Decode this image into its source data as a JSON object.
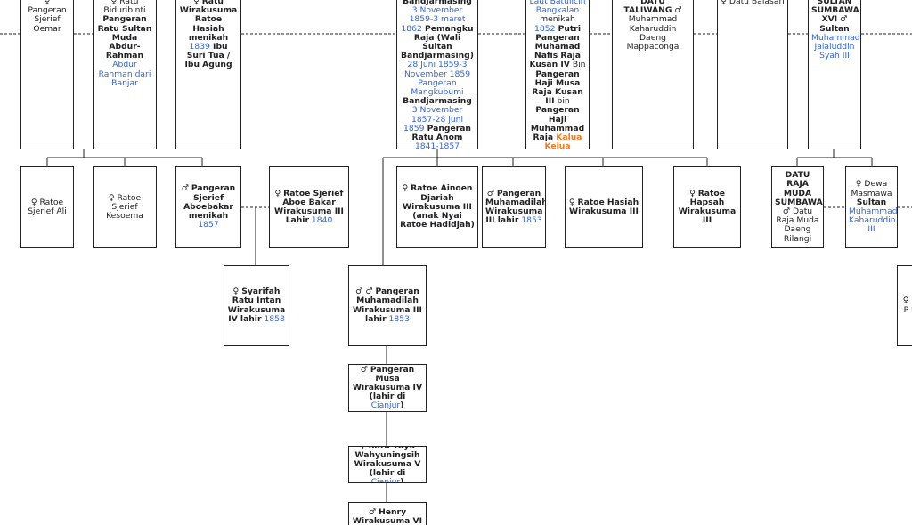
{
  "boxes": [
    {
      "id": "r1-pangeran-sjerief-oemar",
      "top": true,
      "parts": [
        [
          "n",
          "♀ Pangeran Sjerief Oemar"
        ]
      ]
    },
    {
      "id": "r1-ratu-biduri",
      "top": true,
      "parts": [
        [
          "n",
          "♀ Ratu Biduri"
        ],
        [
          "n",
          "binti "
        ],
        [
          "b",
          "Pangeran Ratu Sultan Muda Abdur-Rahman"
        ],
        [
          "l",
          " Abdur Rahman dari Banjar"
        ]
      ]
    },
    {
      "id": "r1-ratu-wirakusuma-hasiah",
      "top": true,
      "parts": [
        [
          "n",
          "♀ "
        ],
        [
          "b",
          "Ratu Wirakusuma Ratoe Hasiah menikah"
        ],
        [
          "l",
          " 1839"
        ],
        [
          "b",
          " Ibu Suri Tua / Ibu Agung"
        ]
      ]
    },
    {
      "id": "r1-pemangku-raja",
      "top": true,
      "parts": [
        [
          "b",
          "Bandjarmasing"
        ],
        [
          "l",
          " 3 November 1859-3 maret 1862"
        ],
        [
          "b",
          " Pemangku Raja (Wali Sultan Bandjarmasing)"
        ],
        [
          "l",
          " 28 Juni 1859-3 November 1859 Pangeran Mangkubumi"
        ],
        [
          "b",
          " Bandjarmasing"
        ],
        [
          "l",
          " 3 November 1857-28 juni 1859"
        ],
        [
          "b",
          " Pangeran Ratu Anom"
        ],
        [
          "l",
          " 1841-1857"
        ]
      ]
    },
    {
      "id": "r1-putri-pangeran-muhamad-nafis",
      "top": true,
      "parts": [
        [
          "l",
          "Laut Batulicin Bangkalan"
        ],
        [
          "n",
          " menikah "
        ],
        [
          "l",
          "1852"
        ],
        [
          "b",
          " Putri Pangeran Muhamad Nafis Raja Kusan IV"
        ],
        [
          "n",
          " Bin "
        ],
        [
          "b",
          "Pangeran Haji Musa Raja Kusan III"
        ],
        [
          "n",
          " bin "
        ],
        [
          "b",
          "Pangeran Haji Muhammad Raja"
        ],
        [
          "o",
          " Kalua Kelua"
        ]
      ]
    },
    {
      "id": "r1-datu-taliwang",
      "top": true,
      "parts": [
        [
          "b",
          "DATU TALIWANG"
        ],
        [
          "n",
          " ♂ Muhammad Kaharuddin Daeng Mappaconga"
        ]
      ]
    },
    {
      "id": "r1-datu-balasari",
      "top": true,
      "parts": [
        [
          "n",
          "♀ Datu Balasari"
        ]
      ]
    },
    {
      "id": "r1-sultan-sumbawa-xvi",
      "top": true,
      "parts": [
        [
          "b",
          "SULTAN SUMBAWA XVI"
        ],
        [
          "n",
          " ♂ "
        ],
        [
          "b",
          "Sultan"
        ],
        [
          "l",
          " Muhammad Jalaluddin Syah III"
        ]
      ]
    },
    {
      "id": "r2-ratoe-sjerief-ali",
      "top": false,
      "parts": [
        [
          "n",
          "♀ Ratoe Sjerief Ali"
        ]
      ]
    },
    {
      "id": "r2-ratoe-sjerief-kesoema",
      "top": false,
      "parts": [
        [
          "n",
          "♀ Ratoe Sjerief Kesoema"
        ]
      ]
    },
    {
      "id": "r2-pangeran-sjerief-aboebakar",
      "top": false,
      "parts": [
        [
          "n",
          "♂ "
        ],
        [
          "b",
          "Pangeran Sjerief Aboebakar menikah"
        ],
        [
          "l",
          " 1857"
        ]
      ]
    },
    {
      "id": "r2-ratoe-sjerief-aboe-bakar",
      "top": false,
      "parts": [
        [
          "n",
          "♀ "
        ],
        [
          "b",
          "Ratoe Sjerief Aboe Bakar Wirakusuma III Lahir"
        ],
        [
          "l",
          " 1840"
        ]
      ]
    },
    {
      "id": "r2-ratoe-ainoen-djariah",
      "top": false,
      "parts": [
        [
          "n",
          "♀ "
        ],
        [
          "b",
          "Ratoe Ainoen Djariah Wirakusuma III (anak Nyai Ratoe Hadidjah)"
        ]
      ]
    },
    {
      "id": "r2-pangeran-muhamadilah",
      "top": false,
      "parts": [
        [
          "n",
          "♂ "
        ],
        [
          "b",
          "Pangeran Muhamadilah Wirakusuma III lahir"
        ],
        [
          "l",
          " 1853"
        ]
      ]
    },
    {
      "id": "r2-ratoe-hasiah",
      "top": false,
      "parts": [
        [
          "n",
          "♀ "
        ],
        [
          "b",
          "Ratoe Hasiah Wirakusuma III"
        ]
      ]
    },
    {
      "id": "r2-ratoe-hapsah",
      "top": false,
      "parts": [
        [
          "n",
          "♀ "
        ],
        [
          "b",
          "Ratoe Hapsah Wirakusuma III"
        ]
      ]
    },
    {
      "id": "r2-datu-raja-muda-sumbawa",
      "top": false,
      "parts": [
        [
          "b",
          "DATU RAJA MUDA SUMBAWA"
        ],
        [
          "n",
          " ♂ Datu Raja Muda Daeng Rilangi"
        ]
      ]
    },
    {
      "id": "r2-dewa-masmawa-sultan",
      "top": false,
      "parts": [
        [
          "n",
          "♀ Dewa Masmawa "
        ],
        [
          "b",
          "Sultan"
        ],
        [
          "l",
          " Muhammad Kaharuddin III"
        ]
      ]
    },
    {
      "id": "r3-syarifah-ratu-intan",
      "top": false,
      "parts": [
        [
          "n",
          "♀ "
        ],
        [
          "b",
          "Syarifah Ratu Intan Wirakusuma IV lahir"
        ],
        [
          "l",
          " 1858"
        ]
      ]
    },
    {
      "id": "r3-pangeran-muhamadilah-1853",
      "top": false,
      "parts": [
        [
          "n",
          "♂ ♂ "
        ],
        [
          "b",
          "Pangeran Muhamadilah Wirakusuma III lahir"
        ],
        [
          "l",
          " 1853"
        ]
      ]
    },
    {
      "id": "r3-edge-n",
      "top": false,
      "parts": [
        [
          "n",
          "♀ N"
        ],
        [
          "n",
          " P"
        ],
        [
          "n",
          " R"
        ]
      ]
    },
    {
      "id": "r4-pangeran-musa-wirakusuma-iv",
      "top": false,
      "parts": [
        [
          "n",
          "♂ "
        ],
        [
          "b",
          "Pangeran Musa Wirakusuma IV (lahir di"
        ],
        [
          "l",
          " Cianjur"
        ],
        [
          "b",
          ")"
        ]
      ]
    },
    {
      "id": "r5-ratu-yuyu-wahyuningsih",
      "top": false,
      "parts": [
        [
          "n",
          "♀ "
        ],
        [
          "b",
          "Ratu Yuyu Wahyuningsih Wirakusuma V (lahir di"
        ],
        [
          "l",
          " Cianjur"
        ],
        [
          "b",
          ")"
        ]
      ]
    },
    {
      "id": "r6-henry-wirakusuma-vi",
      "top": false,
      "parts": [
        [
          "n",
          "♂ "
        ],
        [
          "b",
          "Henry Wirakusuma VI"
        ]
      ]
    }
  ]
}
